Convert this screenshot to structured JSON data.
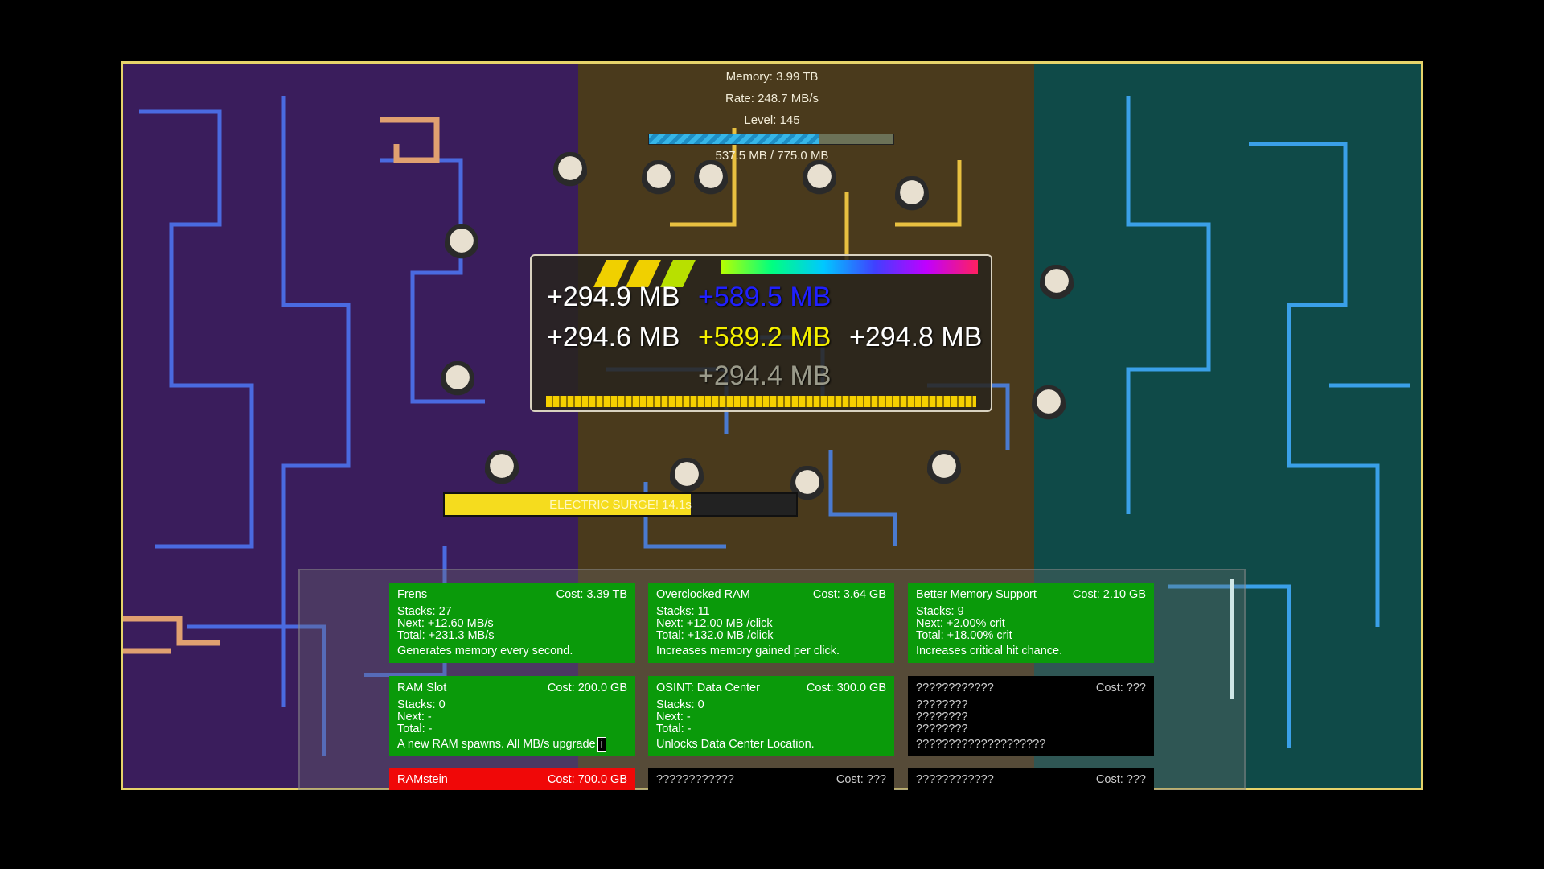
{
  "hud": {
    "memory": "Memory: 3.99 TB",
    "rate": "Rate: 248.7 MB/s",
    "level": "Level: 145",
    "progress_label": "537.5 MB / 775.0 MB",
    "progress_fraction": 0.694
  },
  "popups": [
    {
      "text": "+294.9 MB",
      "color": "#ffffff"
    },
    {
      "text": "+589.5 MB",
      "color": "#2020ff"
    },
    {
      "text": "+294.6 MB",
      "color": "#ffffff"
    },
    {
      "text": "+589.2 MB",
      "color": "#f5f000"
    },
    {
      "text": "+294.8 MB",
      "color": "#ffffff"
    },
    {
      "text": "+294.4 MB",
      "color": "#9a9a8a"
    }
  ],
  "surge": {
    "label": "ELECTRIC SURGE!  14.1s",
    "fraction": 0.7
  },
  "upgrades": [
    {
      "name": "Frens",
      "cost": "Cost: 3.39 TB",
      "stacks": "Stacks: 27",
      "next": "Next:  +12.60 MB/s",
      "total": "Total: +231.3 MB/s",
      "desc": "Generates memory every second.",
      "state": "available"
    },
    {
      "name": "Overclocked RAM",
      "cost": "Cost: 3.64 GB",
      "stacks": "Stacks: 11",
      "next": "Next:  +12.00 MB /click",
      "total": "Total: +132.0 MB /click",
      "desc": "Increases memory gained per click.",
      "state": "available"
    },
    {
      "name": "Better Memory Support",
      "cost": "Cost: 2.10 GB",
      "stacks": "Stacks: 9",
      "next": "Next:  +2.00% crit",
      "total": "Total: +18.00% crit",
      "desc": "Increases critical hit chance.",
      "state": "available"
    },
    {
      "name": "RAM Slot",
      "cost": "Cost: 200.0 GB",
      "stacks": "Stacks: 0",
      "next": "Next:  -",
      "total": "Total: -",
      "desc": "A new RAM spawns. All MB/s upgrade",
      "state": "available",
      "info": "i"
    },
    {
      "name": "OSINT: Data Center",
      "cost": "Cost: 300.0 GB",
      "stacks": "Stacks: 0",
      "next": "Next:  -",
      "total": "Total: -",
      "desc": "Unlocks Data Center Location.",
      "state": "available"
    },
    {
      "name": "????????????",
      "cost": "Cost: ???",
      "stacks": "????????",
      "next": "????????",
      "total": "????????",
      "desc": "????????????????????",
      "state": "locked"
    },
    {
      "name": "RAMstein",
      "cost": "Cost: 700.0 GB",
      "state": "unaffordable"
    },
    {
      "name": "????????????",
      "cost": "Cost: ???",
      "state": "locked"
    },
    {
      "name": "????????????",
      "cost": "Cost: ???",
      "state": "locked"
    }
  ]
}
